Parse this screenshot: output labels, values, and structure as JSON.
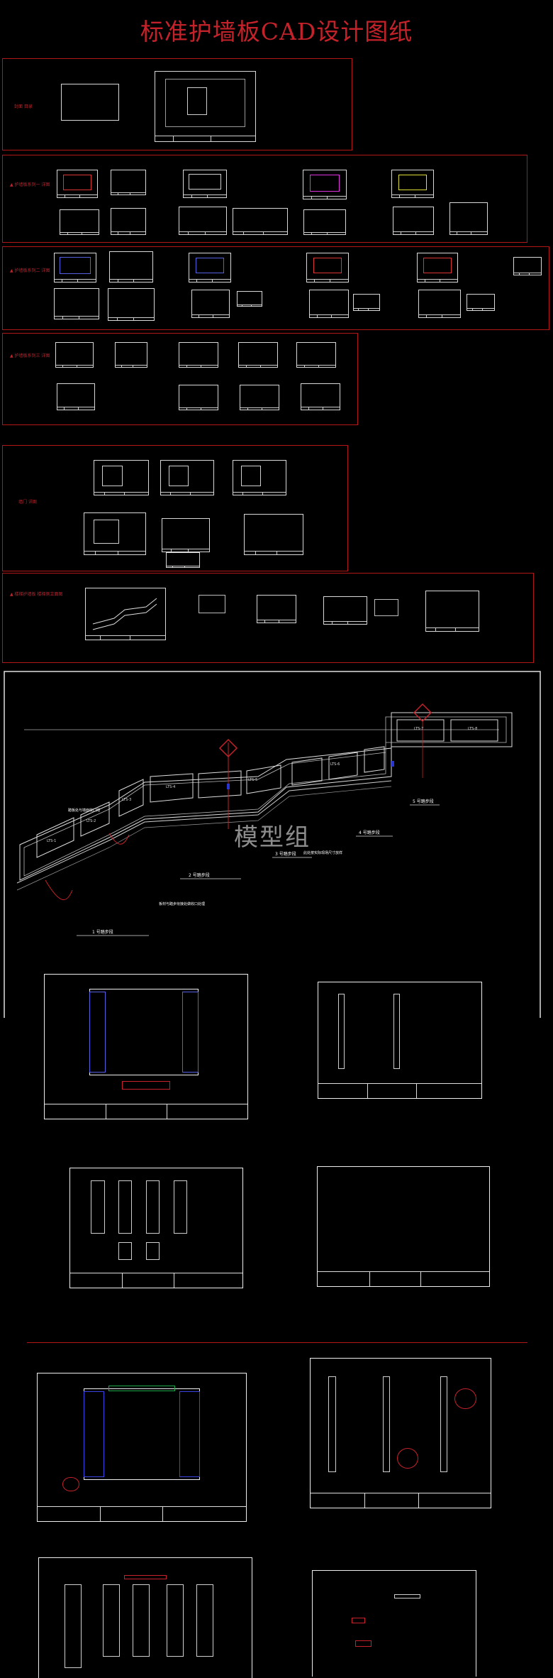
{
  "title": "标准护墙板CAD设计图纸",
  "watermark": "模型组",
  "sections": [
    {
      "label": "封面 目录"
    },
    {
      "label": "▲ 护墙板系列一 详图"
    },
    {
      "label": "▲ 护墙板系列二 详图"
    },
    {
      "label": "▲ 护墙板系列三 详图"
    },
    {
      "label": "墙门 详图"
    },
    {
      "label": "▲ 楼梯护墙板 楼梯侧立面图"
    }
  ],
  "stair_drawing": {
    "tags": [
      "LTS-1",
      "LTS-2",
      "LTS-3",
      "LTS-4",
      "LTS-5",
      "LTS-6",
      "LTS-7",
      "LTS-8"
    ],
    "labels": [
      "1 号踏步段",
      "2 号踏步段",
      "3 号踏步段",
      "4 号踏步段",
      "5 号踏步段"
    ],
    "notes": [
      "踏板处与墙面收口线",
      "板材与踏步衔接处做收口处理",
      "此处按实际现场尺寸放样"
    ]
  },
  "colors": {
    "accent": "#c4222a",
    "frame": "#b01818",
    "line": "#d8d8d8",
    "highlight_blue": "#2a34d0",
    "highlight_green": "#1ea84a"
  }
}
